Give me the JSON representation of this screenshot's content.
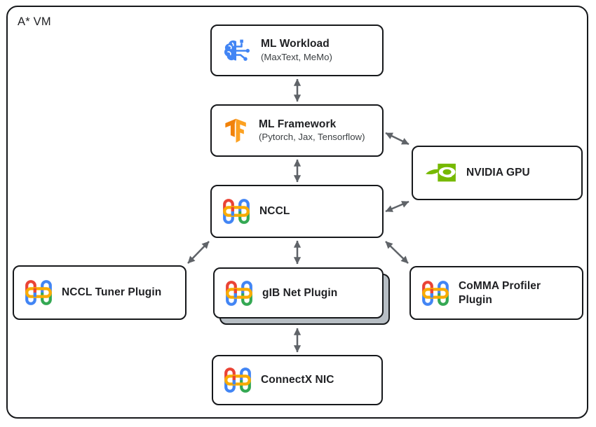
{
  "diagram": {
    "container_label": "A* VM",
    "nodes": [
      {
        "id": "ml-workload",
        "title": "ML Workload",
        "subtitle": "(MaxText, MeMo)",
        "icon": "brain-circuit-icon"
      },
      {
        "id": "ml-framework",
        "title": "ML Framework",
        "subtitle": "(Pytorch, Jax, Tensorflow)",
        "icon": "tensorflow-icon"
      },
      {
        "id": "nvidia-gpu",
        "title": "NVIDIA GPU",
        "icon": "nvidia-icon"
      },
      {
        "id": "nccl",
        "title": "NCCL",
        "icon": "interconnect-loops-icon"
      },
      {
        "id": "nccl-tuner-plugin",
        "title": "NCCL Tuner Plugin",
        "icon": "interconnect-loops-icon"
      },
      {
        "id": "gib-net-plugin",
        "title": "gIB Net Plugin",
        "icon": "interconnect-loops-icon",
        "stacked": true
      },
      {
        "id": "comma-profiler-plugin",
        "title": "CoMMA Profiler Plugin",
        "icon": "interconnect-loops-icon"
      },
      {
        "id": "connectx-nic",
        "title": "ConnectX NIC",
        "icon": "interconnect-loops-icon"
      }
    ],
    "edges": [
      {
        "from": "ml-workload",
        "to": "ml-framework",
        "bidirectional": true
      },
      {
        "from": "ml-framework",
        "to": "nccl",
        "bidirectional": true
      },
      {
        "from": "ml-framework",
        "to": "nvidia-gpu",
        "bidirectional": true
      },
      {
        "from": "nccl",
        "to": "nvidia-gpu",
        "bidirectional": true
      },
      {
        "from": "nccl",
        "to": "nccl-tuner-plugin",
        "bidirectional": true
      },
      {
        "from": "nccl",
        "to": "gib-net-plugin",
        "bidirectional": true
      },
      {
        "from": "nccl",
        "to": "comma-profiler-plugin",
        "bidirectional": true
      },
      {
        "from": "gib-net-plugin",
        "to": "connectx-nic",
        "bidirectional": true
      }
    ],
    "colors": {
      "border": "#16181b",
      "arrow_gray": "#5f6368",
      "shadow_gray": "#b7bec4",
      "google_red": "#EA4335",
      "google_blue": "#4285F4",
      "google_green": "#34A853",
      "google_yellow": "#F9AB00",
      "tensorflow_orange_dark": "#F1820A",
      "tensorflow_orange_light": "#FCA121",
      "nvidia_green": "#76B900"
    }
  }
}
